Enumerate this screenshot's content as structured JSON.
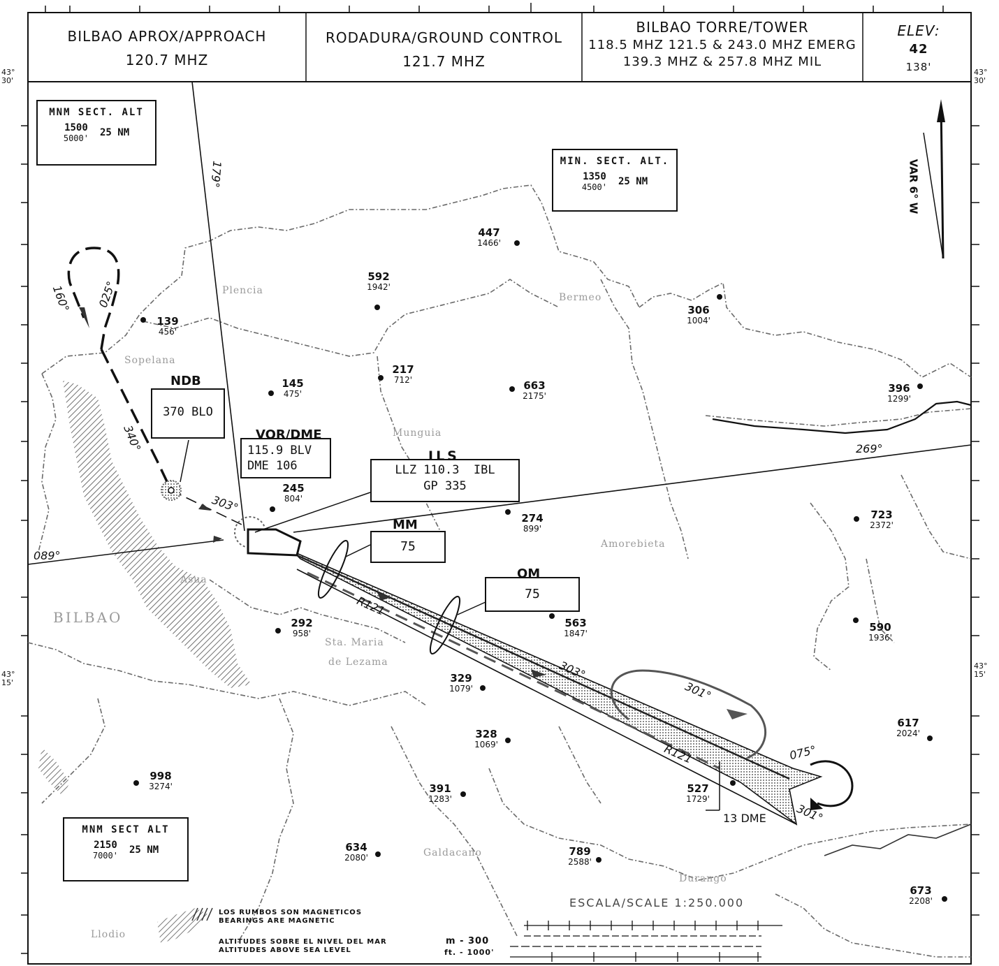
{
  "header": {
    "approach": {
      "title": "BILBAO APROX/APPROACH",
      "freq": "120.7 MHZ"
    },
    "ground": {
      "title": "RODADURA/GROUND CONTROL",
      "freq": "121.7 MHZ"
    },
    "tower": {
      "title": "BILBAO TORRE/TOWER",
      "freq1": "118.5 MHZ 121.5 & 243.0 MHZ EMERG",
      "freq2": "139.3 MHZ & 257.8 MHZ MIL"
    },
    "elev": {
      "label": "ELEV:",
      "m": "42",
      "ft": "138'"
    }
  },
  "msa_nw": {
    "title": "MNM SECT. ALT",
    "m": "1500",
    "ft": "5000'",
    "dist": "25 NM"
  },
  "msa_ne": {
    "title": "MIN. SECT. ALT.",
    "m": "1350",
    "ft": "4500'",
    "dist": "25 NM"
  },
  "msa_sw": {
    "title": "MNM SECT ALT",
    "m": "2150",
    "ft": "7000'",
    "dist": "25 NM"
  },
  "variation": "VAR 6° W",
  "ndb": {
    "label": "NDB",
    "ident": "370 BLO"
  },
  "vor": {
    "label": "VOR/DME",
    "freq": "115.9 BLV",
    "dme": "DME 106"
  },
  "ils": {
    "label": "ILS",
    "llz": "LLZ 110.3  IBL",
    "gp": "GP 335"
  },
  "mm": {
    "label": "MM",
    "value": "75"
  },
  "om": {
    "label": "OM",
    "value": "75"
  },
  "dme_fix": "13 DME",
  "bearings": {
    "b179": "179°",
    "b089": "089°",
    "b269": "269°",
    "b303a": "303°",
    "b303b": "303°",
    "b340": "340°",
    "b160": "160°",
    "b025": "025°",
    "b301a": "301°",
    "b301b": "301°",
    "b075": "075°",
    "r121a": "R121",
    "r121b": "R121"
  },
  "elevations": [
    {
      "m": "447",
      "ft": "1466'"
    },
    {
      "m": "592",
      "ft": "1942'"
    },
    {
      "m": "306",
      "ft": "1004'"
    },
    {
      "m": "139",
      "ft": "456'"
    },
    {
      "m": "145",
      "ft": "475'"
    },
    {
      "m": "217",
      "ft": "712'"
    },
    {
      "m": "663",
      "ft": "2175'"
    },
    {
      "m": "396",
      "ft": "1299'"
    },
    {
      "m": "245",
      "ft": "804'"
    },
    {
      "m": "274",
      "ft": "899'"
    },
    {
      "m": "723",
      "ft": "2372'"
    },
    {
      "m": "292",
      "ft": "958'"
    },
    {
      "m": "563",
      "ft": "1847'"
    },
    {
      "m": "590",
      "ft": "1936'"
    },
    {
      "m": "329",
      "ft": "1079'"
    },
    {
      "m": "328",
      "ft": "1069'"
    },
    {
      "m": "617",
      "ft": "2024'"
    },
    {
      "m": "998",
      "ft": "3274'"
    },
    {
      "m": "391",
      "ft": "1283'"
    },
    {
      "m": "527",
      "ft": "1729'"
    },
    {
      "m": "634",
      "ft": "2080'"
    },
    {
      "m": "789",
      "ft": "2588'"
    },
    {
      "m": "673",
      "ft": "2208'"
    }
  ],
  "places": {
    "bilbao": "BILBAO",
    "plencia": "Plencia",
    "bermeo": "Bermeo",
    "sopelana": "Sopelana",
    "munguia": "Munguia",
    "asua": "Asua",
    "amorebieta": "Amorebieta",
    "sta_maria": "Sta. Maria",
    "lezama": "de Lezama",
    "galdacano": "Galdacano",
    "durango": "Durango",
    "llodio": "Llodio"
  },
  "notes": {
    "bearings_es": "LOS RUMBOS SON MAGNETICOS",
    "bearings_en": "BEARINGS ARE MAGNETIC",
    "alt_es": "ALTITUDES SOBRE EL NIVEL DEL MAR",
    "alt_en": "ALTITUDES ABOVE SEA LEVEL",
    "legend_m": "m - 300",
    "legend_ft": "ft. - 1000'"
  },
  "scale": {
    "label": "ESCALA/SCALE 1:250.000"
  },
  "lat": {
    "top": "43° 30'",
    "bottom": "43° 15'"
  }
}
